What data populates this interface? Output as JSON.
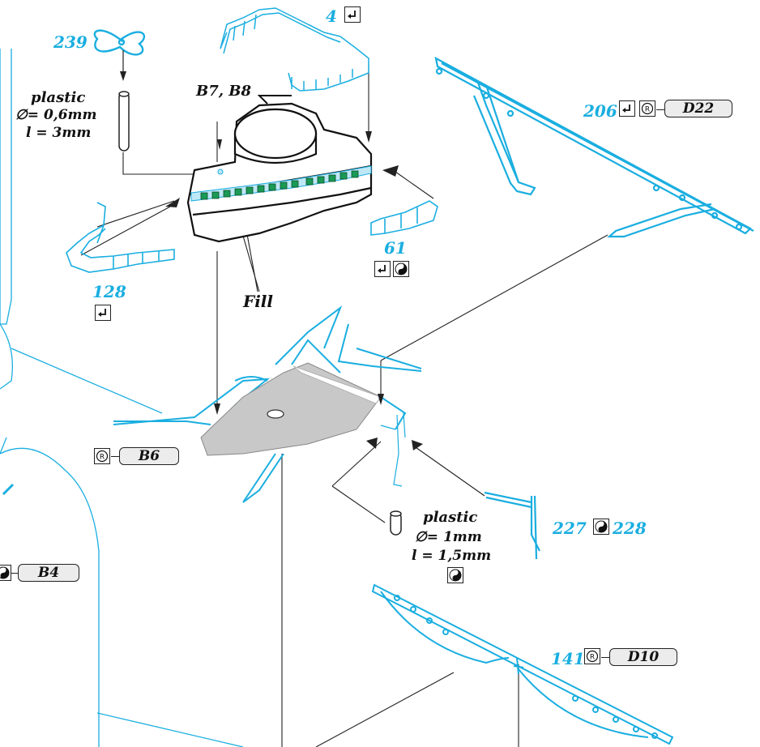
{
  "labels": {
    "part_239": "239",
    "part_4": "4",
    "part_206": "206",
    "part_61": "61",
    "part_128": "128",
    "part_227": "227",
    "part_228": "228",
    "part_141": "141",
    "b7_b8": "B7, B8",
    "fill": "Fill",
    "plastic_top": {
      "word": "plastic",
      "dia": "∅= 0,6mm",
      "len": "l = 3mm"
    },
    "plastic_mid": {
      "word": "plastic",
      "dia": "∅= 1mm",
      "len": "l = 1,5mm"
    }
  },
  "refs": {
    "d22": "D22",
    "b6": "B6",
    "b4": "B4",
    "d10": "D10"
  },
  "colors": {
    "part_blue": "#1aaee0",
    "window_green": "#1a9a55",
    "deck_grey": "#c8c8c8",
    "ink": "#111111"
  },
  "icons": {
    "bend": "bend-arrow-icon",
    "yinyang": "yin-yang-icon",
    "registered": "registered-mark-icon"
  }
}
